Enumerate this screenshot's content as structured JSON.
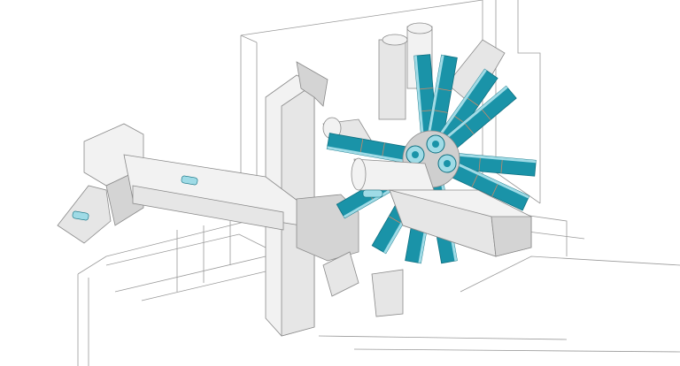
{
  "colors": {
    "accent": "#1a93a8",
    "accent_light": "#9fdbe6",
    "part_gray": "#e6e6e6",
    "outline": "#8a8a8a",
    "background": "#ffffff"
  },
  "turret": {
    "blade_angles_deg": [
      -95,
      -80,
      -55,
      -40,
      5,
      25,
      120,
      150,
      100,
      80,
      190
    ]
  }
}
